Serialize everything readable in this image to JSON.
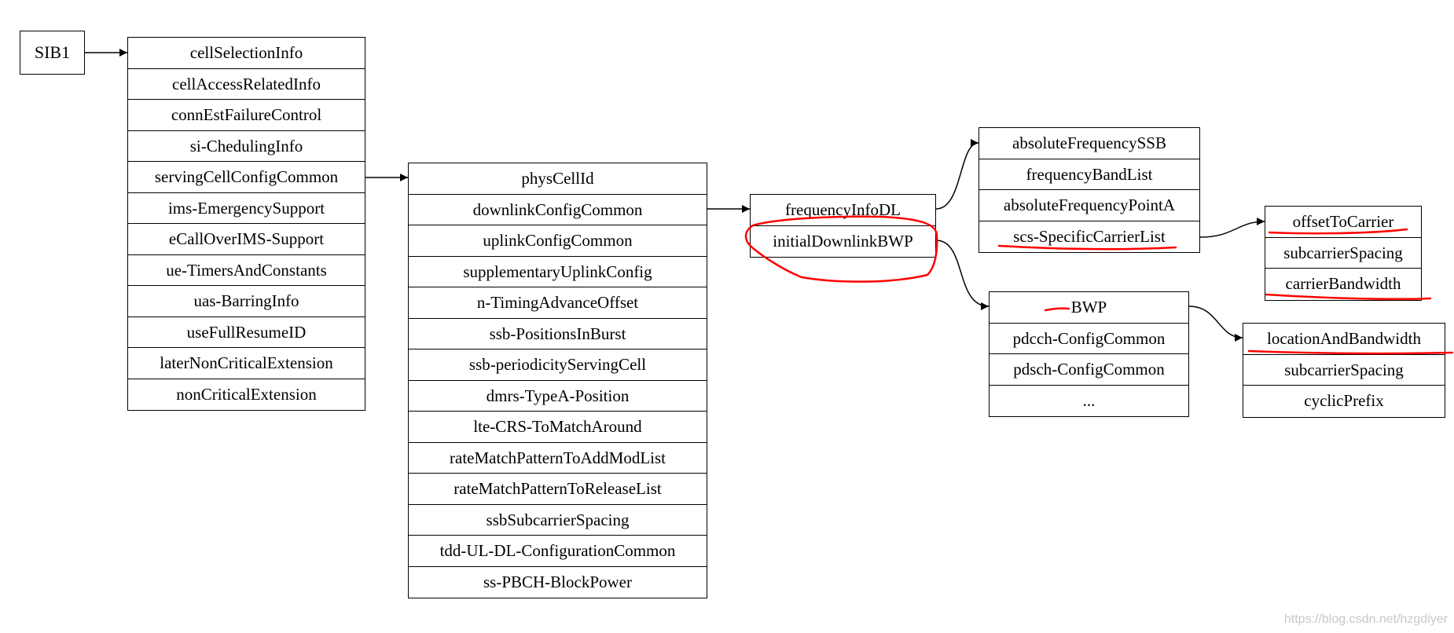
{
  "root": {
    "label": "SIB1"
  },
  "sib1_fields": [
    "cellSelectionInfo",
    "cellAccessRelatedInfo",
    "connEstFailureControl",
    "si-ChedulingInfo",
    "servingCellConfigCommon",
    "ims-EmergencySupport",
    "eCallOverIMS-Support",
    "ue-TimersAndConstants",
    "uas-BarringInfo",
    "useFullResumeID",
    "laterNonCriticalExtension",
    "nonCriticalExtension"
  ],
  "serving_cell_fields": [
    "physCellId",
    "downlinkConfigCommon",
    "uplinkConfigCommon",
    "supplementaryUplinkConfig",
    "n-TimingAdvanceOffset",
    "ssb-PositionsInBurst",
    "ssb-periodicityServingCell",
    "dmrs-TypeA-Position",
    "lte-CRS-ToMatchAround",
    "rateMatchPatternToAddModList",
    "rateMatchPatternToReleaseList",
    "ssbSubcarrierSpacing",
    "tdd-UL-DL-ConfigurationCommon",
    "ss-PBCH-BlockPower"
  ],
  "downlink_fields": [
    "frequencyInfoDL",
    "initialDownlinkBWP"
  ],
  "frequency_info_fields": [
    "absoluteFrequencySSB",
    "frequencyBandList",
    "absoluteFrequencyPointA",
    "scs-SpecificCarrierList"
  ],
  "carrier_fields": [
    "offsetToCarrier",
    "subcarrierSpacing",
    "carrierBandwidth"
  ],
  "bwp_fields": [
    "BWP",
    "pdcch-ConfigCommon",
    "pdsch-ConfigCommon",
    "..."
  ],
  "location_fields": [
    "locationAndBandwidth",
    "subcarrierSpacing",
    "cyclicPrefix"
  ],
  "annotation_color": "#ff0000",
  "watermark": "https://blog.csdn.net/hzgdiyer"
}
